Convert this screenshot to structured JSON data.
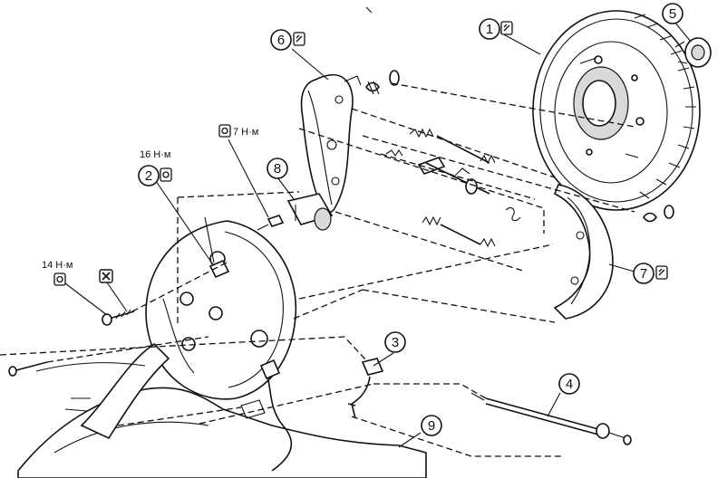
{
  "callouts": [
    {
      "id": "c1",
      "number": "1",
      "icon": "grease-icon"
    },
    {
      "id": "c2",
      "number": "2",
      "icon": "grease-icon"
    },
    {
      "id": "c3",
      "number": "3"
    },
    {
      "id": "c4",
      "number": "4"
    },
    {
      "id": "c5",
      "number": "5"
    },
    {
      "id": "c6",
      "number": "6",
      "icon": "grease-icon"
    },
    {
      "id": "c7",
      "number": "7",
      "icon": "grease-icon"
    },
    {
      "id": "c8",
      "number": "8"
    },
    {
      "id": "c9",
      "number": "9"
    }
  ],
  "torque_labels": {
    "bleeder": "7 Н·м",
    "backing_plate": "16 Н·м",
    "hub_bolt": "14 Н·м"
  },
  "symbols": {
    "grease": "grease-icon",
    "apply_sealant": "sealant-icon",
    "replace_part": "replace-x-icon"
  }
}
